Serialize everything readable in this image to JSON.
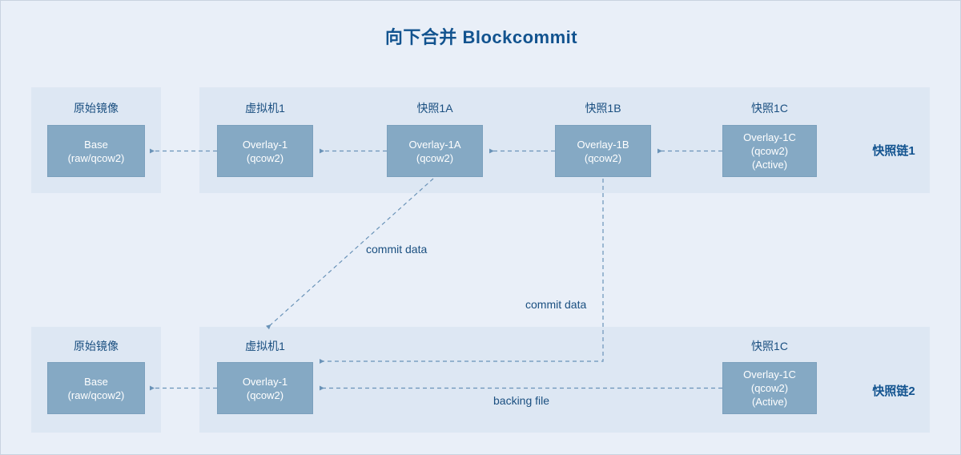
{
  "title": "向下合并 Blockcommit",
  "colors": {
    "background": "#e9eff8",
    "panel": "#dde7f3",
    "node_fill": "#85a9c4",
    "title_text": "#12538f",
    "caption_text": "#1a4f80",
    "arrow": "#6a93b8"
  },
  "chains": [
    {
      "id": "chain-1",
      "label": "快照链1",
      "captions": [
        "原始镜像",
        "虚拟机1",
        "快照1A",
        "快照1B",
        "快照1C"
      ],
      "nodes": [
        {
          "name": "base",
          "lines": [
            "Base",
            "(raw/qcow2)"
          ]
        },
        {
          "name": "overlay-1",
          "lines": [
            "Overlay-1",
            "(qcow2)"
          ]
        },
        {
          "name": "overlay-1a",
          "lines": [
            "Overlay-1A",
            "(qcow2)"
          ]
        },
        {
          "name": "overlay-1b",
          "lines": [
            "Overlay-1B",
            "(qcow2)"
          ]
        },
        {
          "name": "overlay-1c",
          "lines": [
            "Overlay-1C",
            "(qcow2)",
            "(Active)"
          ]
        }
      ]
    },
    {
      "id": "chain-2",
      "label": "快照链2",
      "captions": [
        "原始镜像",
        "虚拟机1",
        "快照1C"
      ],
      "nodes": [
        {
          "name": "base",
          "lines": [
            "Base",
            "(raw/qcow2)"
          ]
        },
        {
          "name": "overlay-1",
          "lines": [
            "Overlay-1",
            "(qcow2)"
          ]
        },
        {
          "name": "overlay-1c",
          "lines": [
            "Overlay-1C",
            "(qcow2)",
            "(Active)"
          ]
        }
      ]
    }
  ],
  "edge_labels": {
    "commit_data_1": "commit data",
    "commit_data_2": "commit data",
    "backing_file": "backing file"
  }
}
